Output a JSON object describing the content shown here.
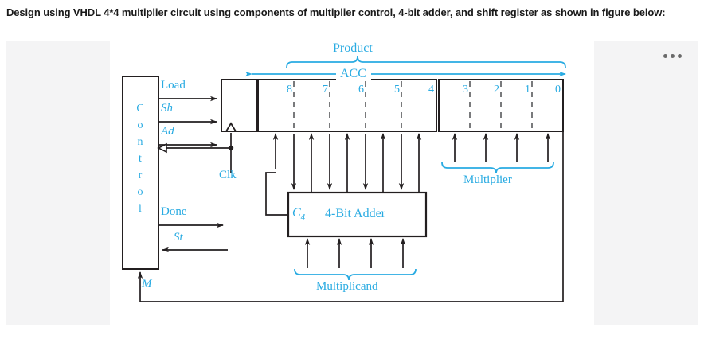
{
  "question": {
    "text": "Design using VHDL 4*4 multiplier circuit using components of multiplier control, 4-bit adder, and shift register as shown in figure below:"
  },
  "overflow_menu": {
    "icon": "ellipsis-icon",
    "label": "•••"
  },
  "colors": {
    "accent": "#29abe2",
    "line": "#231f20",
    "panel_bg": "#f4f4f5",
    "page_bg": "#ffffff",
    "text": "#1a1a1a"
  },
  "diagram": {
    "title": "4x4 shift-and-add multiplier block diagram",
    "control_block": {
      "name": "Control",
      "letters": [
        "C",
        "o",
        "n",
        "t",
        "r",
        "o",
        "l"
      ]
    },
    "control_signals_out": [
      {
        "label": "Load",
        "italic": false
      },
      {
        "label": "Sh",
        "italic": true
      },
      {
        "label": "Ad",
        "italic": true
      }
    ],
    "status_signals": [
      {
        "label": "Done",
        "italic": false,
        "direction": "out"
      },
      {
        "label": "St",
        "italic": true,
        "direction": "in"
      },
      {
        "label": "M",
        "italic": true,
        "direction": "in"
      }
    ],
    "clock": {
      "label": "Clk"
    },
    "register": {
      "label": "ACC",
      "bits": [
        "8",
        "7",
        "6",
        "5",
        "4",
        "3",
        "2",
        "1",
        "0"
      ],
      "accumulator_bits": [
        "8",
        "7",
        "6",
        "5",
        "4"
      ],
      "multiplier_bits": [
        "3",
        "2",
        "1",
        "0"
      ]
    },
    "brackets": [
      {
        "label": "Product",
        "spans": "bits 8..0"
      },
      {
        "label": "ACC",
        "spans": "bits 8..0",
        "style": "double-arrow"
      },
      {
        "label": "Multiplier",
        "spans": "bits 3..0"
      },
      {
        "label": "Multiplicand",
        "spans": "adder inputs"
      }
    ],
    "adder": {
      "label": "4-Bit Adder",
      "carry_label": "C",
      "carry_sub": "4"
    }
  }
}
